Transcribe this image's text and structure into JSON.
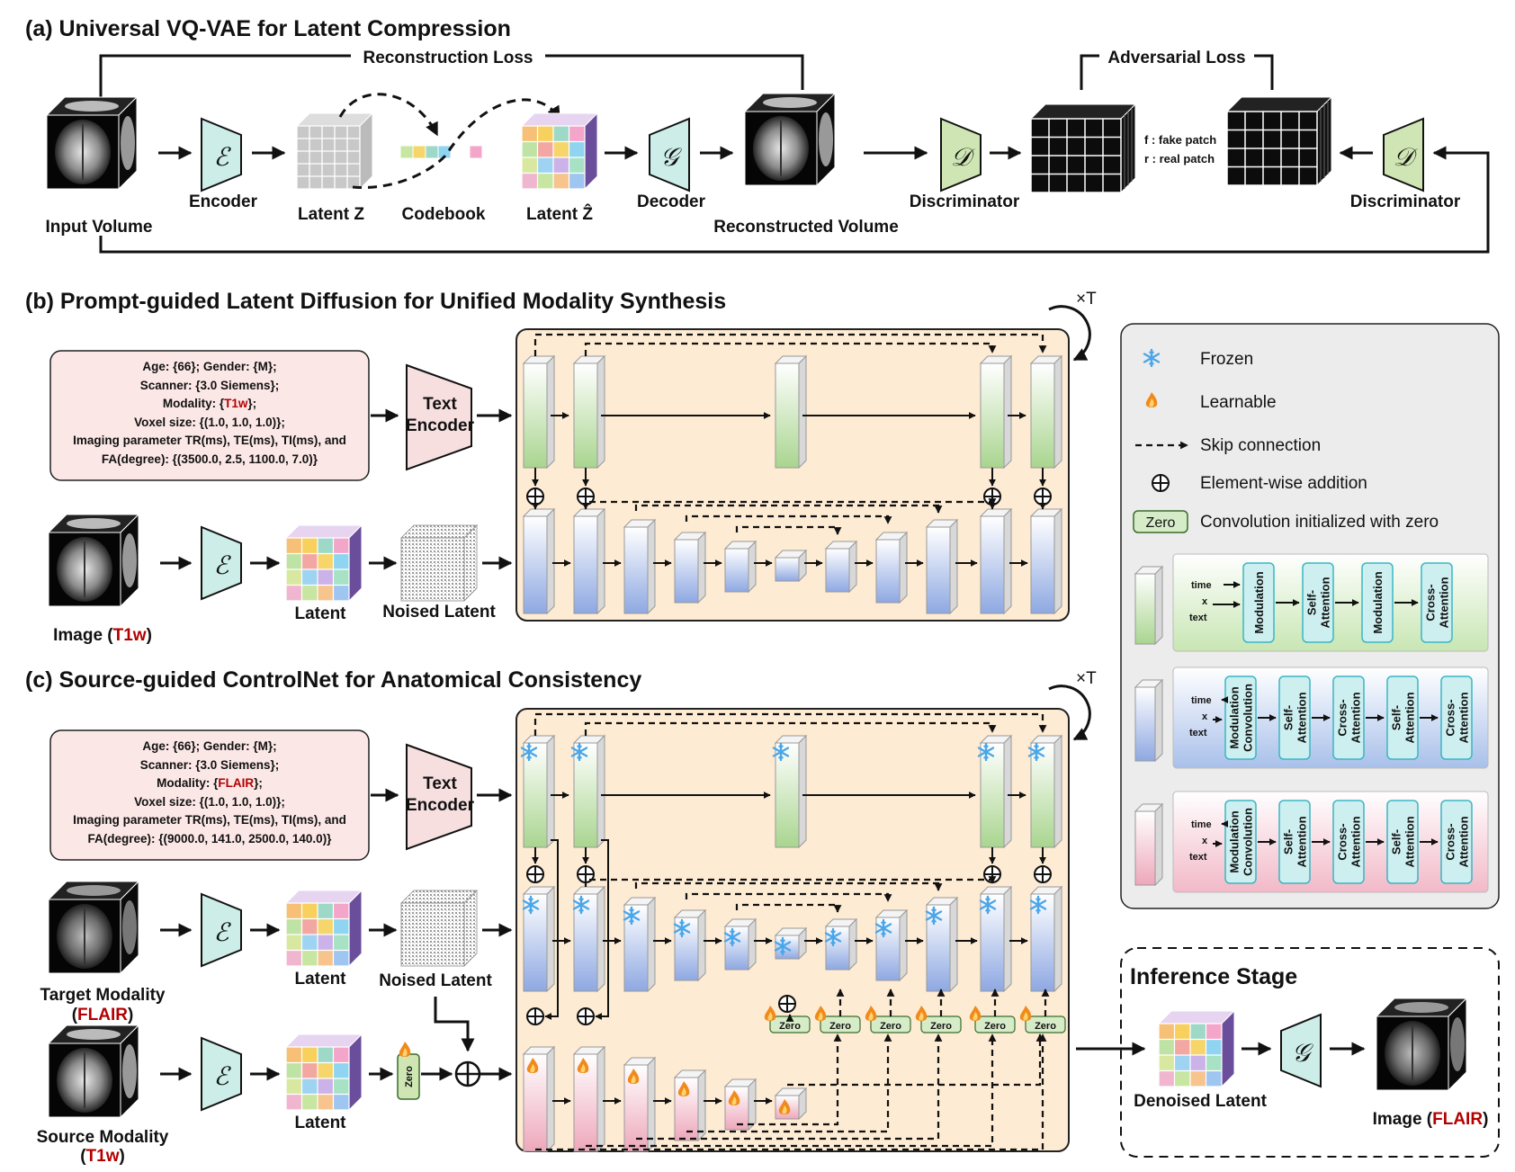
{
  "section_a": {
    "title": "(a) Universal VQ-VAE for Latent Compression",
    "reconstruction_loss": "Reconstruction Loss",
    "adversarial_loss": "Adversarial Loss",
    "input_volume": "Input Volume",
    "encoder": "Encoder",
    "latent_z": "Latent Z",
    "codebook": "Codebook",
    "latent_zhat": "Latent Ẑ",
    "decoder": "Decoder",
    "reconstructed_volume": "Reconstructed Volume",
    "discriminator_left": "Discriminator",
    "discriminator_right": "Discriminator",
    "fake_patch": "f : fake patch",
    "real_patch": "r : real patch",
    "enc_symbol": "ℰ",
    "dec_symbol": "𝒢",
    "disc_symbol": "𝒟"
  },
  "section_b": {
    "title": "(b) Prompt-guided Latent Diffusion for Unified Modality Synthesis",
    "times_t": "×T",
    "prompt_lines": [
      "Age: {66}; Gender: {M};",
      "Scanner: {3.0 Siemens};",
      "Modality: {",
      "T1w",
      "};",
      "Voxel size: {(1.0, 1.0, 1.0)};",
      "Imaging parameter TR(ms), TE(ms), TI(ms), and",
      "FA(degree): {(3500.0, 2.5, 1100.0, 7.0)}"
    ],
    "text_encoder_l1": "Text",
    "text_encoder_l2": "Encoder",
    "latent": "Latent",
    "noised_latent": "Noised Latent",
    "image_label": "Image (",
    "image_modality": "T1w",
    "image_close": ")"
  },
  "section_c": {
    "title": "(c) Source-guided ControlNet for Anatomical Consistency",
    "times_t": "×T",
    "prompt_lines": [
      "Age: {66}; Gender: {M};",
      "Scanner: {3.0 Siemens};",
      "Modality: {",
      "FLAIR",
      "};",
      "Voxel size: {(1.0, 1.0, 1.0)};",
      "Imaging parameter TR(ms), TE(ms), TI(ms), and",
      "FA(degree): {(9000.0, 141.0, 2500.0, 140.0)}"
    ],
    "text_encoder_l1": "Text",
    "text_encoder_l2": "Encoder",
    "latent_target": "Latent",
    "latent_source": "Latent",
    "noised_latent": "Noised Latent",
    "target_modality_l1": "Target Modality",
    "target_modality_l2_open": "(",
    "target_modality_name": "FLAIR",
    "target_modality_l2_close": ")",
    "source_modality_l1": "Source Modality",
    "source_modality_l2_open": "(",
    "source_modality_name": "T1w",
    "source_modality_l2_close": ")",
    "zero": "Zero"
  },
  "legend": {
    "frozen": "Frozen",
    "learnable": "Learnable",
    "skip_connection": "Skip connection",
    "element_wise_addition": "Element-wise addition",
    "zero_tag": "Zero",
    "zero_conv": "Convolution initialized with zero",
    "time": "time",
    "x": "x",
    "text": "text",
    "green_blocks": [
      "Modulation",
      "Self-\nAttention",
      "Modulation",
      "Cross-\nAttention"
    ],
    "blue_blocks": [
      "Modulation\nConvolution",
      "Self-\nAttention",
      "Cross-\nAttention",
      "Self-\nAttention",
      "Cross-\nAttention"
    ],
    "pink_blocks": [
      "Modulation\nConvolution",
      "Self-\nAttention",
      "Cross-\nAttention",
      "Self-\nAttention",
      "Cross-\nAttention"
    ]
  },
  "inference": {
    "title": "Inference Stage",
    "denoised_latent": "Denoised Latent",
    "image_label": "Image (",
    "image_modality": "FLAIR",
    "image_close": ")"
  },
  "colors": {
    "encoder_fill": "#cdeee8",
    "discriminator_fill": "#cfe6b4",
    "text_encoder_fill": "#f7dfe0",
    "prompt_fill": "#fbe7e6",
    "unet_panel": "#fdebd3",
    "green_block": "#b9dca3",
    "blue_block": "#9fb6e6",
    "pink_block": "#efb6c6",
    "legend_panel": "#ececec",
    "modality_red": "#b30000",
    "frozen_icon": "#4aa6e8",
    "learnable_icon": "#f08a1c"
  }
}
